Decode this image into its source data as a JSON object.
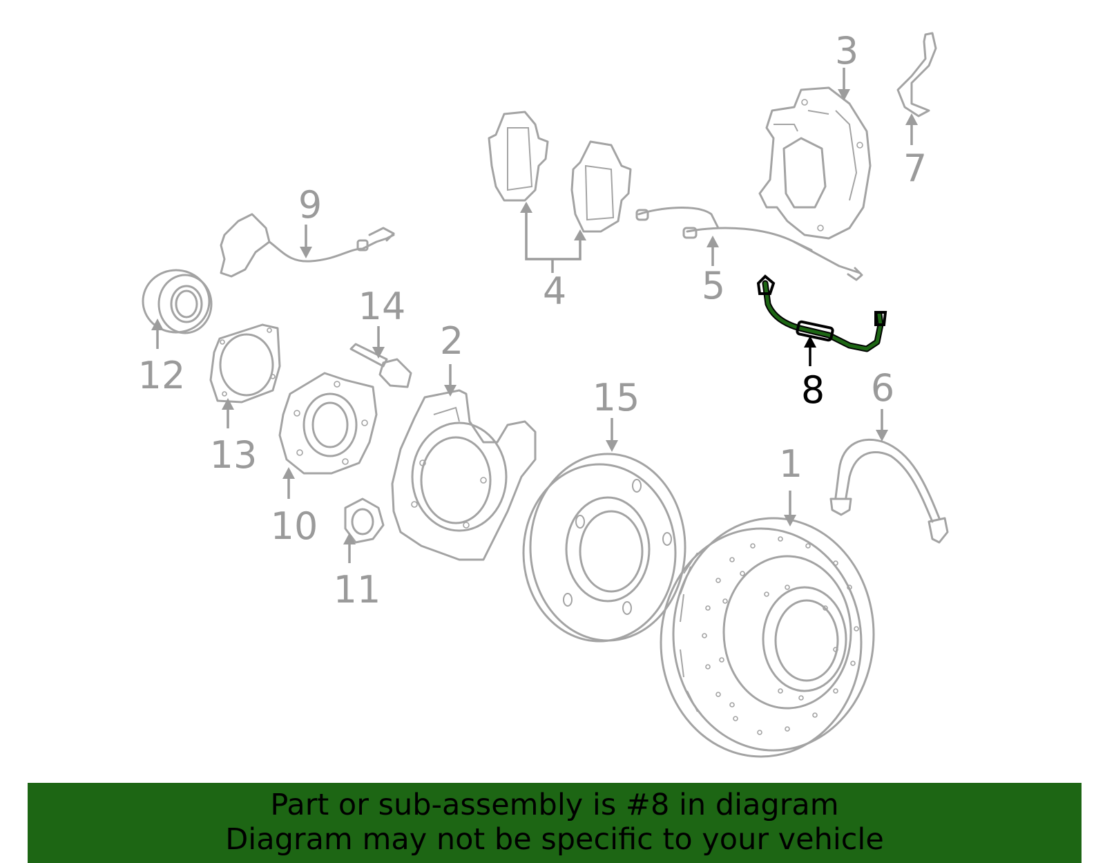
{
  "banner": {
    "line1": "Part or sub-assembly is #8 in diagram",
    "line2": "Diagram may not be specific to your vehicle",
    "background_color": "#1d6614"
  },
  "diagram": {
    "highlight_color": "#1d6614",
    "highlighted_part": "8",
    "callouts": [
      "1",
      "2",
      "3",
      "4",
      "5",
      "6",
      "7",
      "8",
      "9",
      "10",
      "11",
      "12",
      "13",
      "14",
      "15"
    ]
  }
}
